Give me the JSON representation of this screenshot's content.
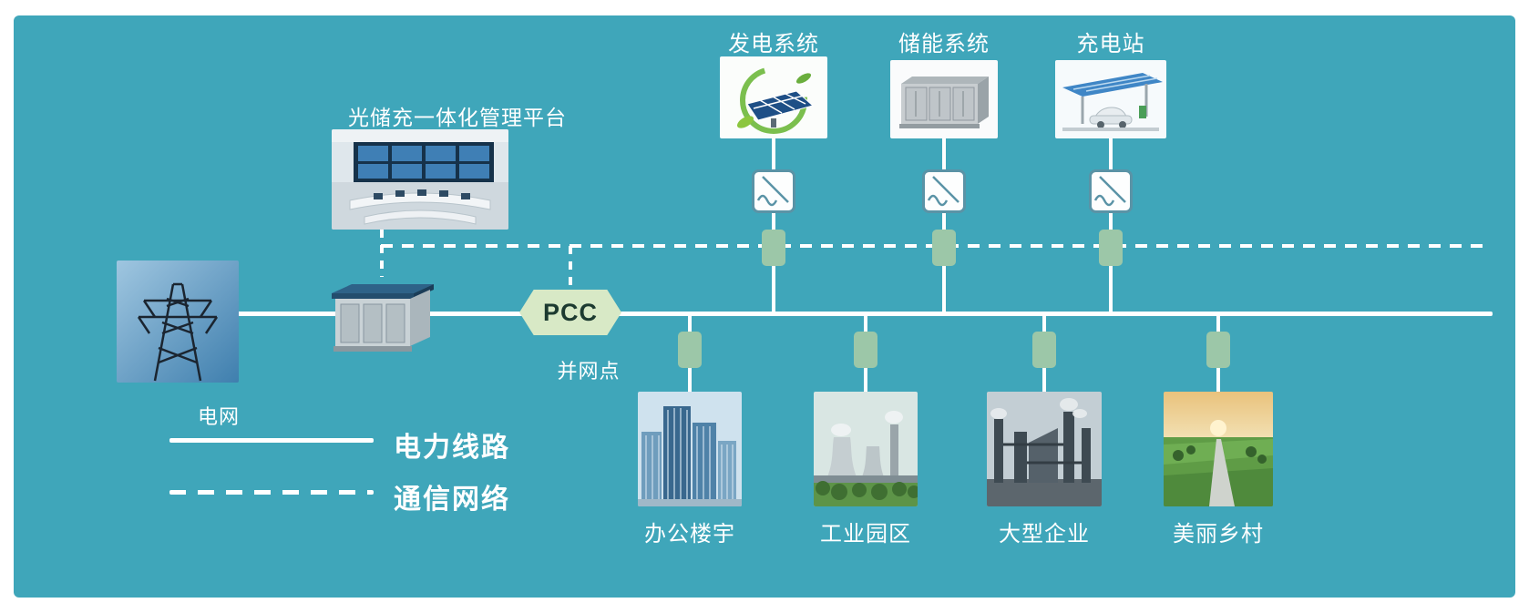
{
  "colors": {
    "background": "#3fa6ba",
    "connector_green": "#9cc7a8",
    "pcc_fill": "#d8e9c6",
    "pcc_text": "#1c3a30",
    "line": "#ffffff"
  },
  "platform": {
    "label": "光储充一体化管理平台",
    "image": "control-room"
  },
  "grid": {
    "label": "电网",
    "image": "transmission-tower"
  },
  "transformer": {
    "image": "substation-transformer"
  },
  "pcc": {
    "label": "PCC",
    "sublabel": "并网点"
  },
  "top_systems": [
    {
      "label": "发电系统",
      "image": "solar-generation"
    },
    {
      "label": "储能系统",
      "image": "storage-container"
    },
    {
      "label": "充电站",
      "image": "charging-station"
    }
  ],
  "bottom_loads": [
    {
      "label": "办公楼宇",
      "image": "office-buildings"
    },
    {
      "label": "工业园区",
      "image": "industrial-park"
    },
    {
      "label": "大型企业",
      "image": "large-enterprise"
    },
    {
      "label": "美丽乡村",
      "image": "beautiful-village"
    }
  ],
  "legend": [
    {
      "style": "solid",
      "label": "电力线路"
    },
    {
      "style": "dashed",
      "label": "通信网络"
    }
  ],
  "icons": {
    "inverter": "inverter-icon (diagonal line with AC wave in white box)",
    "connector": "connector-node-icon (green junction box)",
    "pcc": "pcc-hexagon"
  }
}
